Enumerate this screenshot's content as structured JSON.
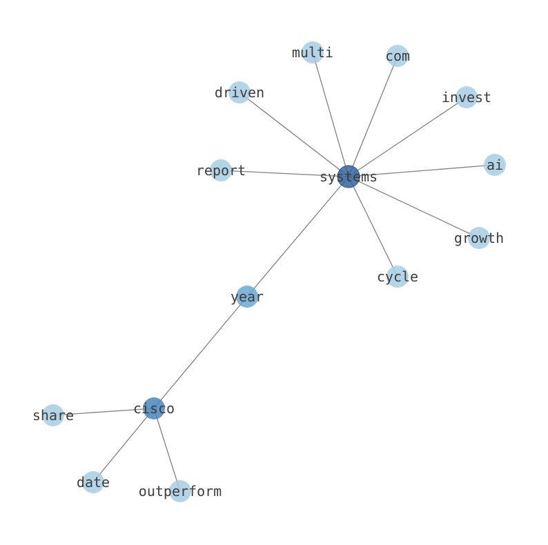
{
  "graph": {
    "colors": {
      "leaf": "#a6cee3",
      "mid": "#6aa8d4",
      "hub": "#4a86bd",
      "center": "#3465a0",
      "center_stroke": "#28507f",
      "edge": "#808080"
    },
    "nodes": [
      {
        "id": "systems",
        "label": "systems",
        "tier": "center"
      },
      {
        "id": "multi",
        "label": "multi",
        "tier": "leaf"
      },
      {
        "id": "com",
        "label": "com",
        "tier": "leaf"
      },
      {
        "id": "driven",
        "label": "driven",
        "tier": "leaf"
      },
      {
        "id": "invest",
        "label": "invest",
        "tier": "leaf"
      },
      {
        "id": "report",
        "label": "report",
        "tier": "leaf"
      },
      {
        "id": "ai",
        "label": "ai",
        "tier": "leaf"
      },
      {
        "id": "growth",
        "label": "growth",
        "tier": "leaf"
      },
      {
        "id": "cycle",
        "label": "cycle",
        "tier": "leaf"
      },
      {
        "id": "year",
        "label": "year",
        "tier": "mid"
      },
      {
        "id": "cisco",
        "label": "cisco",
        "tier": "hub"
      },
      {
        "id": "share",
        "label": "share",
        "tier": "leaf"
      },
      {
        "id": "date",
        "label": "date",
        "tier": "leaf"
      },
      {
        "id": "outperform",
        "label": "outperform",
        "tier": "leaf"
      }
    ],
    "edges": [
      [
        "systems",
        "multi"
      ],
      [
        "systems",
        "com"
      ],
      [
        "systems",
        "driven"
      ],
      [
        "systems",
        "invest"
      ],
      [
        "systems",
        "report"
      ],
      [
        "systems",
        "ai"
      ],
      [
        "systems",
        "growth"
      ],
      [
        "systems",
        "cycle"
      ],
      [
        "systems",
        "year"
      ],
      [
        "year",
        "cisco"
      ],
      [
        "cisco",
        "share"
      ],
      [
        "cisco",
        "date"
      ],
      [
        "cisco",
        "outperform"
      ]
    ]
  }
}
